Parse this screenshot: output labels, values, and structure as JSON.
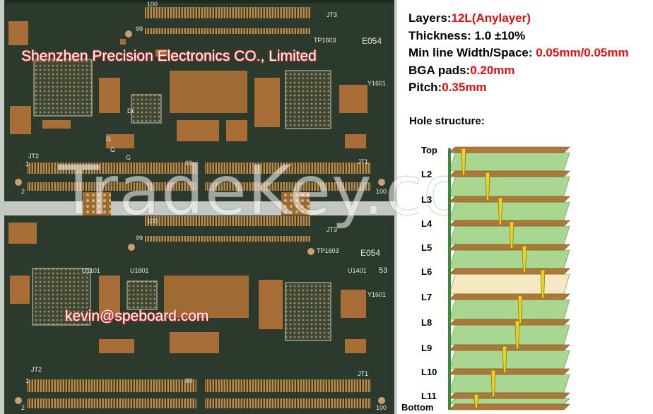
{
  "company_overlay": "Shenzhen Precision Electronics CO., Limited",
  "email_overlay": "kevin@speboard.com",
  "watermark": "TradeKey.com",
  "specs": {
    "layers_label": "Layers:",
    "layers_value": "12L(Anylayer)",
    "thickness_label": "Thickness: 1.0 ±10%",
    "line_label": "Min line Width/Space: ",
    "line_value": "0.05mm/0.05mm",
    "bga_label": "BGA pads:",
    "bga_value": "0.20mm",
    "pitch_label": "Pitch:",
    "pitch_value": "0.35mm"
  },
  "hole_structure_title": "Hole structure:",
  "layer_labels": [
    "Top",
    "L2",
    "L3",
    "L4",
    "L5",
    "L6",
    "L7",
    "L8",
    "L9",
    "L10",
    "L11",
    "Bottom"
  ],
  "board_silkscreen": {
    "board1": [
      "100",
      "JT3",
      "99",
      "TP1603",
      "E054",
      "Y1601",
      "JT2",
      "JT1",
      "1",
      "2",
      "99",
      "100",
      "G",
      "Dr",
      "G",
      "G"
    ],
    "board2": [
      "100",
      "JT3",
      "99",
      "TP1603",
      "E054",
      "53",
      "U1101",
      "U1801",
      "U1401",
      "Y1601",
      "JT2",
      "JT1",
      "1",
      "2",
      "99",
      "100"
    ]
  },
  "colors": {
    "copper": "#b07838",
    "board": "#2a3a2a",
    "prepreg": "#a8d890",
    "core": "#f4e8c0",
    "via": "#f0d020",
    "accent_red": "#e01010"
  }
}
